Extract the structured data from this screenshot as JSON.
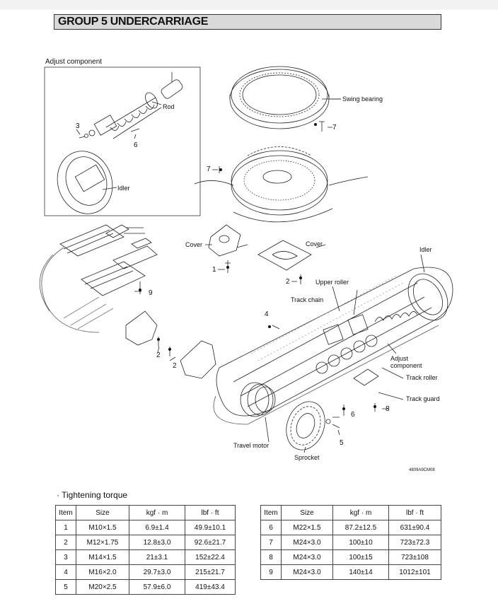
{
  "header": {
    "title": "GROUP 5 UNDERCARRIAGE"
  },
  "figure": {
    "inset_title": "Adjust component",
    "figure_code": "4809A9CM08",
    "labels": {
      "rod": "Rod",
      "idler_inset": "Idler",
      "swing_bearing": "Swing bearing",
      "cover_left": "Cover",
      "cover_right": "Cover",
      "idler": "Idler",
      "upper_roller": "Upper roller",
      "track_chain": "Track chain",
      "adjust_component": "Adjust component",
      "track_roller": "Track roller",
      "track_guard": "Track guard",
      "travel_motor": "Travel motor",
      "sprocket": "Sprocket"
    },
    "callouts": {
      "n3": "3",
      "n6a": "6",
      "n7a": "7",
      "n7b": "7",
      "n1": "1",
      "n2a": "2",
      "n9": "9",
      "n4": "4",
      "n2b": "2",
      "n2c": "2",
      "n6b": "6",
      "n8": "8",
      "n5": "5"
    }
  },
  "torque": {
    "title": "· Tightening torque",
    "headers": [
      "Item",
      "Size",
      "kgf · m",
      "lbf · ft"
    ],
    "left_rows": [
      [
        "1",
        "M10×1.5",
        "6.9±1.4",
        "49.9±10.1"
      ],
      [
        "2",
        "M12×1.75",
        "12.8±3.0",
        "92.6±21.7"
      ],
      [
        "3",
        "M14×1.5",
        "21±3.1",
        "152±22.4"
      ],
      [
        "4",
        "M16×2.0",
        "29.7±3.0",
        "215±21.7"
      ],
      [
        "5",
        "M20×2.5",
        "57.9±6.0",
        "419±43.4"
      ]
    ],
    "right_rows": [
      [
        "6",
        "M22×1.5",
        "87.2±12.5",
        "631±90.4"
      ],
      [
        "7",
        "M24×3.0",
        "100±10",
        "723±72.3"
      ],
      [
        "8",
        "M24×3.0",
        "100±15",
        "723±108"
      ],
      [
        "9",
        "M24×3.0",
        "140±14",
        "1012±101"
      ]
    ]
  }
}
